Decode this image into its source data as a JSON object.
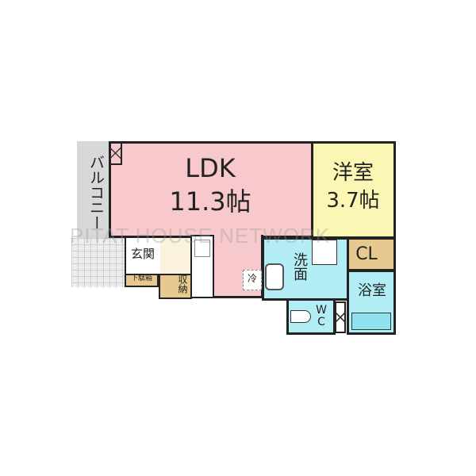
{
  "rooms": {
    "ldk": {
      "name": "LDK",
      "size": "11.3帖"
    },
    "western": {
      "name": "洋室",
      "size": "3.7帖"
    },
    "balcony": "バルコニー",
    "entrance": "玄関",
    "shoe_box": "下駄箱",
    "storage": "収納",
    "closet": "CL",
    "washroom": "洗面",
    "bathroom": "浴室",
    "toilet": "WC",
    "fridge": "冷"
  },
  "watermark": "PITAT HOUSE NETWORK",
  "colors": {
    "ldk": "#f7c9cd",
    "western": "#fbf6b4",
    "wet": "#b3eef7",
    "storage": "#e7c98f",
    "balcony": "#d8d8d8"
  }
}
